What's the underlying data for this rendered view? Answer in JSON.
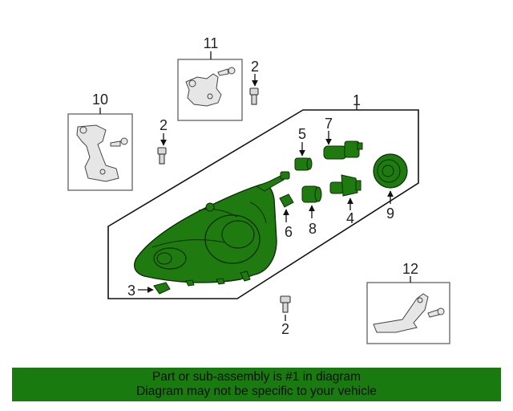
{
  "callouts": {
    "c1": "1",
    "c2a": "2",
    "c2b": "2",
    "c2c": "2",
    "c3": "3",
    "c4": "4",
    "c5": "5",
    "c6": "6",
    "c7": "7",
    "c8": "8",
    "c9": "9",
    "c10": "10",
    "c11": "11",
    "c12": "12"
  },
  "banner": {
    "line1": "Part or sub-assembly is #1 in diagram",
    "line2": "Diagram may not be specific to your vehicle"
  },
  "colors": {
    "highlight": "#197a0f",
    "banner_bg": "#197a0f"
  }
}
